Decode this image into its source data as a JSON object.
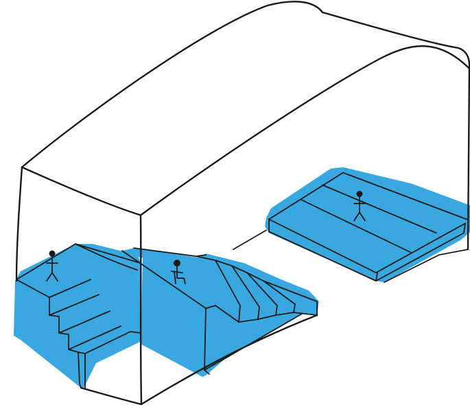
{
  "illustration": {
    "colors": {
      "water": "#3aa8e0",
      "ink": "#1a1a1a",
      "paper": "#ffffff"
    },
    "figures": [
      {
        "name": "figure-on-stairs-left"
      },
      {
        "name": "figure-sitting-middle"
      },
      {
        "name": "figure-on-platform-right"
      }
    ]
  }
}
